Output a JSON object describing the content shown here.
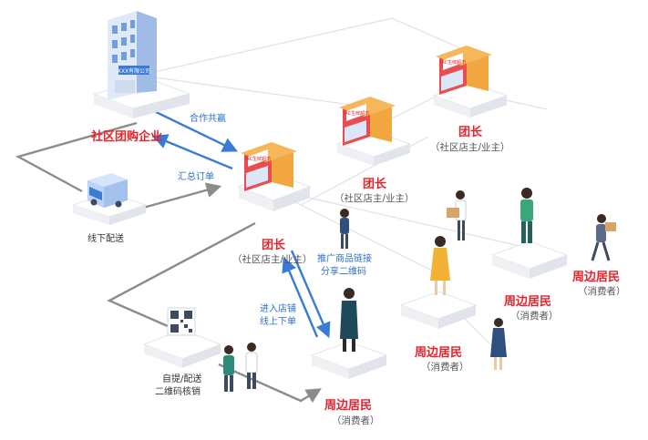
{
  "enterprise": {
    "label": "社区团购企业",
    "sign": "XXX有限公司"
  },
  "leaders": [
    {
      "title": "团长",
      "subtitle": "（社区店主/业主）"
    },
    {
      "title": "团长",
      "subtitle": "（社区店主/业主）"
    },
    {
      "title": "团长",
      "subtitle": "（社区店主/业主）"
    }
  ],
  "residents": [
    {
      "title": "周边居民",
      "subtitle": "（消费者）"
    },
    {
      "title": "周边居民",
      "subtitle": "（消费者）"
    },
    {
      "title": "周边居民",
      "subtitle": "（消费者）"
    },
    {
      "title": "周边居民",
      "subtitle": "（消费者）"
    }
  ],
  "flows": {
    "cooperate": "合作共赢",
    "summary_order": "汇总订单",
    "promote_line1": "推广商品链接",
    "promote_line2": "分享二维码",
    "enter_line1": "进入店铺",
    "enter_line2": "线上下单",
    "offline_delivery": "线下配送",
    "pickup_line1": "自提/配送",
    "pickup_line2": "二维码核销"
  },
  "shop_sign": "JAC生鲜超市",
  "colors": {
    "accent_red": "#e4222b",
    "flow_blue": "#3a7bd5",
    "connector_gray": "#8c8c8c",
    "shop_red": "#ea4d4d",
    "shop_roof": "#f2a640"
  }
}
